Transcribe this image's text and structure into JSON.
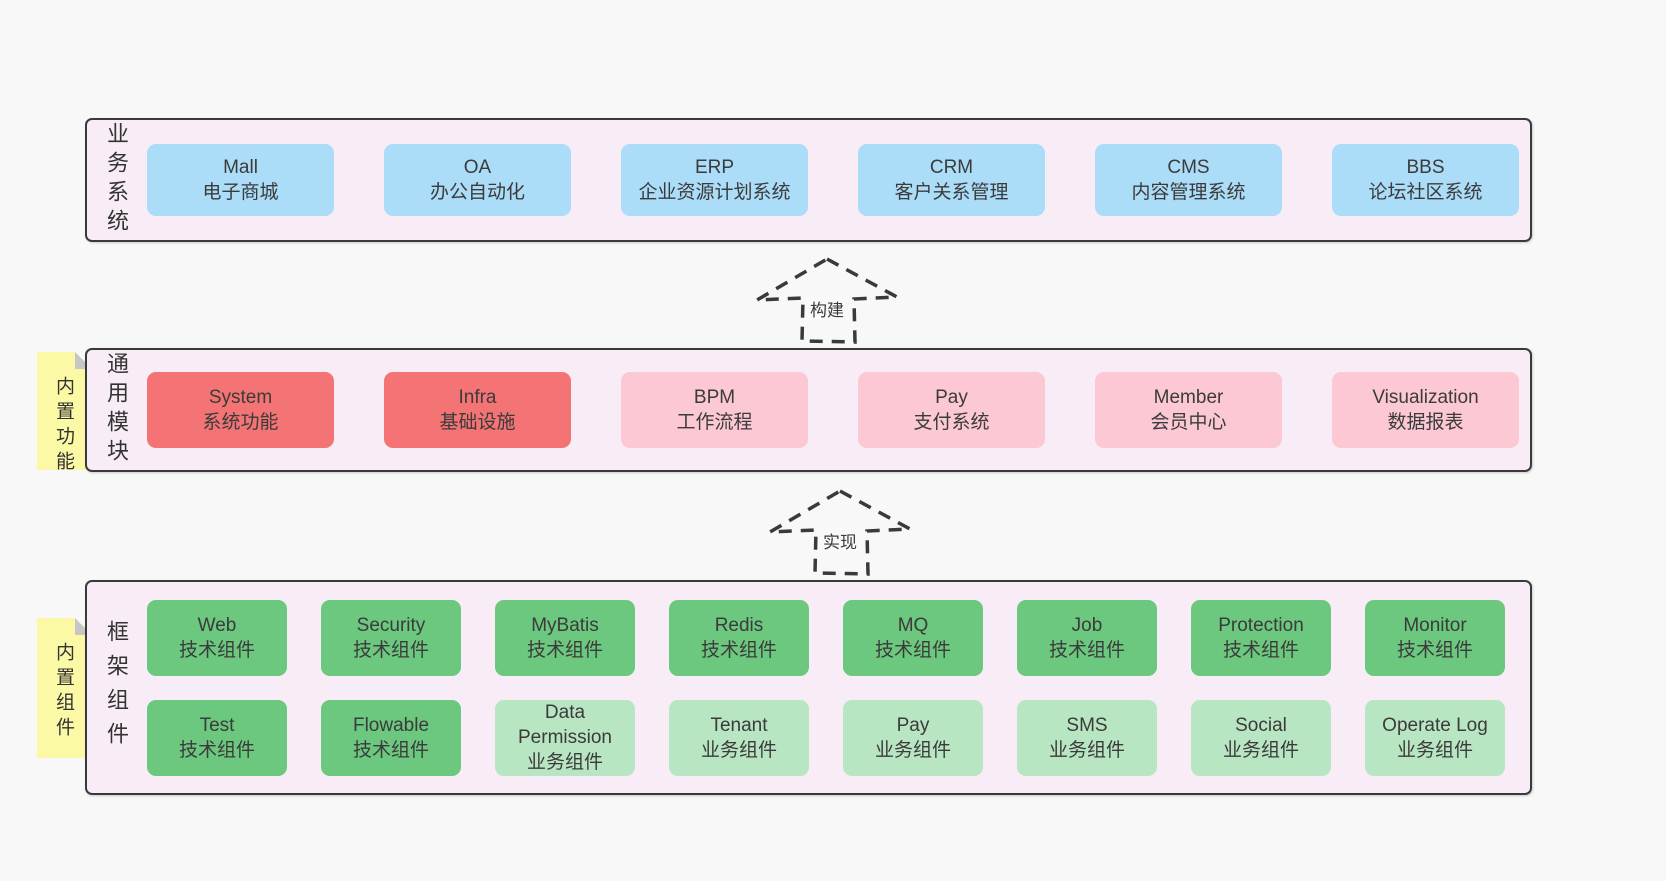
{
  "colors": {
    "page_bg": "#f8f8f8",
    "panel_bg": "#f8edf6",
    "panel_border": "#3a3a3a",
    "business_box": "#abdcf8",
    "core_module_box": "#f47374",
    "optional_module_box": "#fbc8d3",
    "tech_component_box": "#6bc87e",
    "biz_component_box": "#b8e5c2",
    "sticky_tag": "#fbf9a6",
    "text": "#3b3b3b"
  },
  "arrows": {
    "build": "构建",
    "implement": "实现"
  },
  "sections": {
    "business": {
      "label": "业务系统",
      "boxes": [
        {
          "title": "Mall",
          "subtitle": "电子商城"
        },
        {
          "title": "OA",
          "subtitle": "办公自动化"
        },
        {
          "title": "ERP",
          "subtitle": "企业资源计划系统"
        },
        {
          "title": "CRM",
          "subtitle": "客户关系管理"
        },
        {
          "title": "CMS",
          "subtitle": "内容管理系统"
        },
        {
          "title": "BBS",
          "subtitle": "论坛社区系统"
        }
      ]
    },
    "modules": {
      "label": "通用模块",
      "tag": "内置功能",
      "boxes": [
        {
          "title": "System",
          "subtitle": "系统功能"
        },
        {
          "title": "Infra",
          "subtitle": "基础设施"
        },
        {
          "title": "BPM",
          "subtitle": "工作流程"
        },
        {
          "title": "Pay",
          "subtitle": "支付系统"
        },
        {
          "title": "Member",
          "subtitle": "会员中心"
        },
        {
          "title": "Visualization",
          "subtitle": "数据报表"
        }
      ]
    },
    "framework": {
      "label": "框架组件",
      "tag": "内置组件",
      "row1": [
        {
          "title": "Web",
          "subtitle": "技术组件"
        },
        {
          "title": "Security",
          "subtitle": "技术组件"
        },
        {
          "title": "MyBatis",
          "subtitle": "技术组件"
        },
        {
          "title": "Redis",
          "subtitle": "技术组件"
        },
        {
          "title": "MQ",
          "subtitle": "技术组件"
        },
        {
          "title": "Job",
          "subtitle": "技术组件"
        },
        {
          "title": "Protection",
          "subtitle": "技术组件"
        },
        {
          "title": "Monitor",
          "subtitle": "技术组件"
        }
      ],
      "row2": [
        {
          "title": "Test",
          "subtitle": "技术组件"
        },
        {
          "title": "Flowable",
          "subtitle": "技术组件"
        },
        {
          "title": "Data Permission",
          "subtitle": "业务组件"
        },
        {
          "title": "Tenant",
          "subtitle": "业务组件"
        },
        {
          "title": "Pay",
          "subtitle": "业务组件"
        },
        {
          "title": "SMS",
          "subtitle": "业务组件"
        },
        {
          "title": "Social",
          "subtitle": "业务组件"
        },
        {
          "title": "Operate Log",
          "subtitle": "业务组件"
        }
      ]
    }
  }
}
